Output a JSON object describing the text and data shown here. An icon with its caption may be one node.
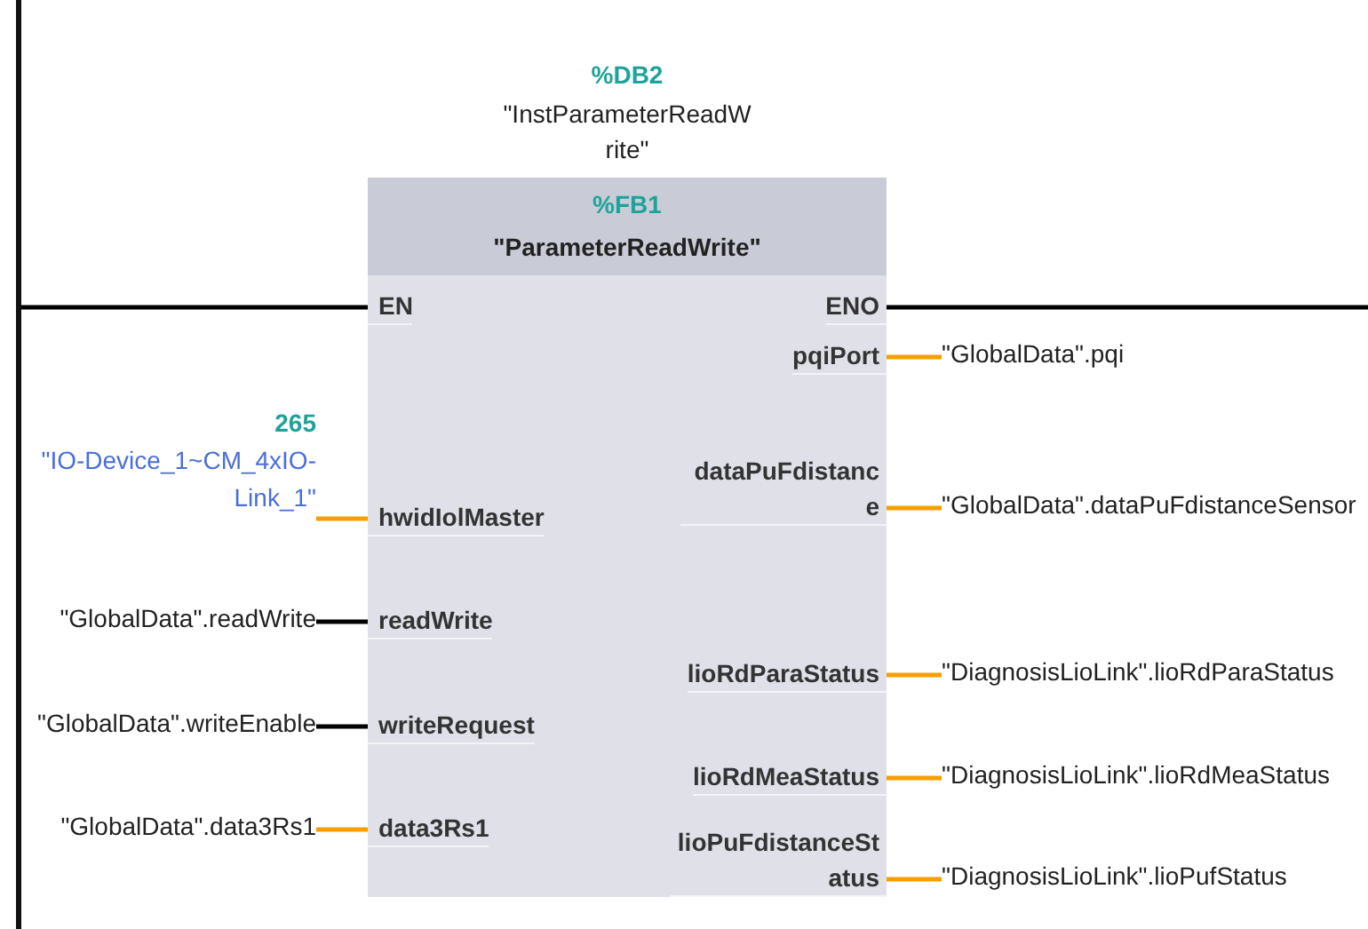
{
  "diagram": {
    "nodes": [
      {
        "text": [],
        "shape": "bar"
      },
      {
        "text": [
          "%FB1",
          "\"ParameterReadWrite\""
        ],
        "beside": [
          "%DB2",
          "\"InstParameterReadWrite\""
        ]
      },
      {
        "text": [
          "EN"
        ],
        "in": 1
      },
      {
        "text": [
          "ENO"
        ],
        "in": 1
      },
      {
        "text": [
          "pqiPort"
        ],
        "in": 1
      },
      {
        "text": [
          "\"GlobalData\".pqi"
        ]
      },
      {
        "text": [
          "265",
          "\"IO-Device_1~CM_4xIO-Link_1\""
        ]
      },
      {
        "text": [
          "\"GlobalData\".dataPuFdistanceSensor"
        ]
      },
      {
        "text": [
          "dataPuFdistance"
        ],
        "in": 1
      },
      {
        "text": [
          "hwidIolMaster"
        ],
        "in": 1
      },
      {
        "text": [
          "\"GlobalData\".readWrite"
        ]
      },
      {
        "text": [
          "readWrite"
        ],
        "in": 1
      },
      {
        "text": [
          "\"DiagnosisLioLink\".lioRdParaStatus"
        ]
      },
      {
        "text": [
          "lioRdParaStatus"
        ],
        "in": 1
      },
      {
        "text": [
          "\"GlobalData\".writeEnable"
        ]
      },
      {
        "text": [
          "writeRequest"
        ],
        "in": 1
      },
      {
        "text": [
          "\"DiagnosisLioLink\".lioRdMeaStatus"
        ]
      },
      {
        "text": [
          "lioRdMeaStatus"
        ],
        "in": 1
      },
      {
        "text": [
          "\"GlobalData\".data3Rs1"
        ]
      },
      {
        "text": [
          "data3Rs1"
        ],
        "in": 1
      },
      {
        "text": [
          "\"DiagnosisLioLink\".lioPufStatus"
        ]
      },
      {
        "text": [
          "lioPuFdistanceStatus"
        ],
        "in": 1
      }
    ],
    "edges": [
      {
        "from": 0,
        "to": 2,
        "arrow": "none",
        "color": "#000000"
      },
      {
        "from": 3,
        "to": null,
        "arrow": "none",
        "color": "#000000"
      },
      {
        "from": 4,
        "to": 5,
        "arrow": "none"
      },
      {
        "from": 6,
        "to": 9,
        "arrow": "none"
      },
      {
        "from": 8,
        "to": 7,
        "arrow": "none"
      },
      {
        "from": 10,
        "to": 11,
        "arrow": "none",
        "color": "#000000"
      },
      {
        "from": 13,
        "to": 12,
        "arrow": "none"
      },
      {
        "from": 14,
        "to": 15,
        "arrow": "none",
        "color": "#000000"
      },
      {
        "from": 17,
        "to": 16,
        "arrow": "none"
      },
      {
        "from": 18,
        "to": 19,
        "arrow": "none"
      },
      {
        "from": 21,
        "to": 20,
        "arrow": "none"
      }
    ]
  }
}
